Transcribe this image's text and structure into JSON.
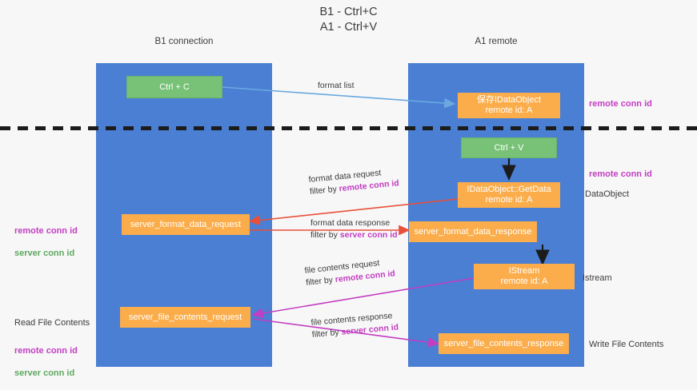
{
  "title": "B1 - Ctrl+C\nA1 - Ctrl+V",
  "colors": {
    "lane": "#4a7fd4",
    "green_node": "#77c277",
    "orange_node": "#fbad4b",
    "remote_conn_id": "#c23ec2",
    "server_conn_id": "#5fa85f",
    "arrow_format_list": "#6aa9e0",
    "arrow_format_data": "#e8503a",
    "arrow_file_contents": "#c23ec2",
    "arrow_black": "#1c1c1c",
    "background": "#f7f7f7"
  },
  "lanes": [
    {
      "id": "b1",
      "title": "B1\nconnection"
    },
    {
      "id": "a1",
      "title": "A1\nremote"
    }
  ],
  "nodes": [
    {
      "id": "ctrl-c",
      "kind": "green",
      "label": "Ctrl + C"
    },
    {
      "id": "save-idataobject",
      "kind": "orange",
      "label": "保存IDataObject\nremote id: A"
    },
    {
      "id": "ctrl-v",
      "kind": "green",
      "label": "Ctrl + V"
    },
    {
      "id": "idataobject-getdata",
      "kind": "orange",
      "label": "IDataObject::GetData\nremote id: A"
    },
    {
      "id": "server-format-data-request",
      "kind": "orange",
      "label": "server_format_data_request"
    },
    {
      "id": "server-format-data-response",
      "kind": "orange",
      "label": "server_format_data_response"
    },
    {
      "id": "istream",
      "kind": "orange",
      "label": "IStream\nremote id: A"
    },
    {
      "id": "server-file-contents-request",
      "kind": "orange",
      "label": "server_file_contents_request"
    },
    {
      "id": "server-file-contents-response",
      "kind": "orange",
      "label": "server_file_contents_response"
    }
  ],
  "edge_labels": [
    {
      "id": "format-list",
      "line1": "format list",
      "line2": "",
      "line2_hl": ""
    },
    {
      "id": "format-data-request",
      "line1": "format data request",
      "line2_pre": "filter by ",
      "line2_hl": "remote conn id"
    },
    {
      "id": "format-data-response",
      "line1": "format data response",
      "line2_pre": "filter by ",
      "line2_hl": "server conn id"
    },
    {
      "id": "file-contents-request",
      "line1": "file contents request",
      "line2_pre": "filter by ",
      "line2_hl": "remote conn id"
    },
    {
      "id": "file-contents-response",
      "line1": "file contents response",
      "line2_pre": "filter by ",
      "line2_hl": "server conn id"
    }
  ],
  "left_labels": [
    {
      "id": "left-format-conn-ids",
      "remote": "remote conn id",
      "server": "server conn id"
    },
    {
      "id": "left-read-file-contents",
      "plain": "Read File Contents",
      "remote": "remote conn id",
      "server": "server conn id"
    }
  ],
  "right_labels": [
    {
      "id": "right-remote-conn-id-top",
      "text": "remote conn id",
      "style": "magenta"
    },
    {
      "id": "right-remote-conn-id-mid",
      "text": "remote conn id",
      "style": "magenta"
    },
    {
      "id": "right-dataobject",
      "text": "DataObject",
      "style": "black"
    },
    {
      "id": "right-istream",
      "text": "Istream",
      "style": "black"
    },
    {
      "id": "right-write-file-contents",
      "text": "Write File Contents",
      "style": "black"
    }
  ]
}
